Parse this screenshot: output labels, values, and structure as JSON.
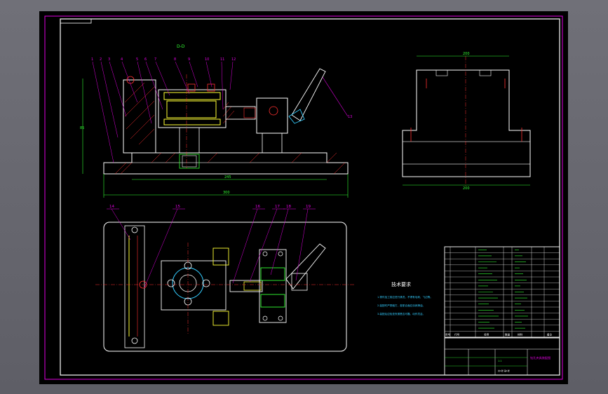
{
  "balloons_top": [
    "1",
    "2",
    "3",
    "4",
    "5",
    "6",
    "7",
    "8",
    "9",
    "10",
    "11",
    "12"
  ],
  "balloons_bottom": [
    "14",
    "15",
    "16",
    "17",
    "18",
    "19"
  ],
  "balloon_handle": "13",
  "section_label": "D-D",
  "dim_front_height": "85",
  "dim_front_base": "300",
  "dim_front_width": "245",
  "dim_side_top": "200",
  "dim_side_bottom": "200",
  "tech_title": "技术要求",
  "tech_notes": [
    "1.零件加工前应进行清洗，不得有毛刺、飞边等。",
    "2.装配时严禁敲打，各配合面应涂润滑油。",
    "3.装配后应检查夹紧是否可靠，动作灵活。"
  ],
  "title_block": {
    "drawing_title": "钻孔夹具装配图",
    "scale": "1:1",
    "sheet": "共1张 第1张",
    "header_labels": [
      "序号",
      "代号",
      "名称",
      "数量",
      "材料",
      "备注"
    ]
  },
  "colors": {
    "line_white": "#ffffff",
    "line_magenta": "#e000e0",
    "line_red": "#ff3030",
    "line_yellow": "#ffff33",
    "line_green": "#33ff33",
    "line_cyan": "#33ccff"
  }
}
